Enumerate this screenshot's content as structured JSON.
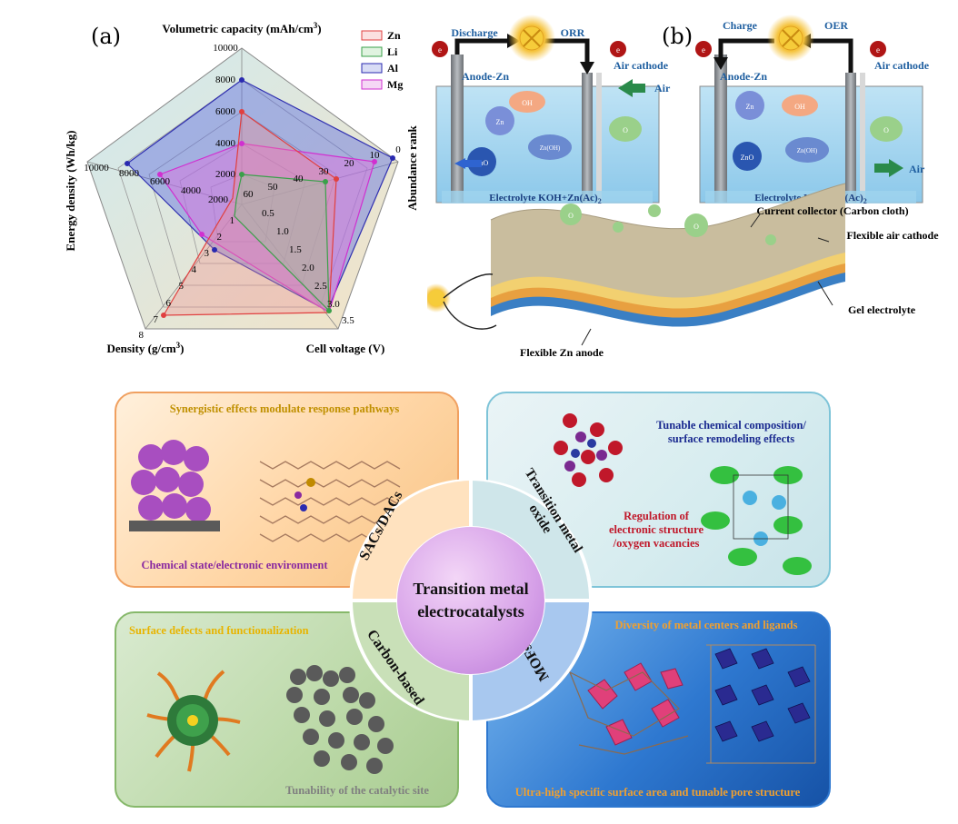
{
  "panel_a": {
    "label": "(a)",
    "axes": {
      "volumetric": {
        "title": "Volumetric capacity (mAh/cm",
        "title_sup": "3",
        "title_end": ")",
        "ticks": [
          "10000",
          "8000",
          "6000",
          "4000",
          "2000"
        ]
      },
      "abundance": {
        "title": "Abundance rank",
        "ticks": [
          "0",
          "10",
          "20",
          "30",
          "40",
          "50",
          "60"
        ]
      },
      "voltage": {
        "title": "Cell voltage (V)",
        "ticks": [
          "3.5",
          "3.0",
          "2.5",
          "2.0",
          "1.5",
          "1.0",
          "0.5"
        ]
      },
      "density": {
        "title": "Density (g/cm",
        "title_sup": "3",
        "title_end": ")",
        "ticks": [
          "8",
          "7",
          "6",
          "5",
          "4",
          "3",
          "2",
          "1"
        ]
      },
      "energy": {
        "title": "Energy density (Wh/kg)",
        "ticks": [
          "10000",
          "8000",
          "6000",
          "4000",
          "2000"
        ]
      }
    },
    "legend": [
      {
        "name": "Zn",
        "color": "#e04040"
      },
      {
        "name": "Li",
        "color": "#3aa04a"
      },
      {
        "name": "Al",
        "color": "#2a2ab0"
      },
      {
        "name": "Mg",
        "color": "#d030d0"
      }
    ]
  },
  "panel_b": {
    "label": "(b)",
    "left": {
      "top_left": "Discharge",
      "top_right": "ORR",
      "anode": "Anode-Zn",
      "cathode": "Air cathode",
      "air": "Air",
      "electrolyte": "Electrolyte KOH+Zn(Ac)",
      "electrolyte_sub": "2",
      "zn": "Zn",
      "oh": "OH",
      "zno": "ZnO",
      "znoh": "Zn(OH)",
      "o2": "O",
      "electron": "e"
    },
    "right": {
      "top_left": "Charge",
      "top_right": "OER",
      "anode": "Anode-Zn",
      "cathode": "Air cathode",
      "air": "Air",
      "electrolyte": "Electrolyte KOH+Zn(Ac)",
      "electrolyte_sub": "2",
      "zn": "Zn",
      "oh": "OH",
      "zno": "ZnO",
      "znoh": "Zn(OH)",
      "o2": "O",
      "electron": "e"
    },
    "layers": {
      "collector": "Current collector (Carbon cloth)",
      "cathode": "Flexible air cathode",
      "electrolyte": "Gel electrolyte",
      "anode": "Flexible Zn anode",
      "o2": "O"
    }
  },
  "bottom": {
    "center": {
      "line1": "Transition metal",
      "line2": "electrocatalysts"
    },
    "quadrants": {
      "sacs": {
        "arc": "SACs/DACs",
        "top": "Synergistic effects modulate response pathways",
        "bottom": "Chemical state/electronic environment"
      },
      "oxide": {
        "arc_line1": "Transition metal",
        "arc_line2": "oxide",
        "top_line1": "Tunable chemical composition/",
        "top_line2": "surface remodeling effects",
        "mid_line1": "Regulation of",
        "mid_line2": "electronic structure",
        "mid_line3": "/oxygen vacancies"
      },
      "carbon": {
        "arc": "Carbon-based",
        "top": "Surface defects and functionalization",
        "bottom": "Tunability of the catalytic site"
      },
      "mofs": {
        "arc": "MOFs",
        "top": "Diversity of metal centers and ligands",
        "bottom": "Ultra-high specific surface area and tunable pore structure"
      }
    }
  }
}
